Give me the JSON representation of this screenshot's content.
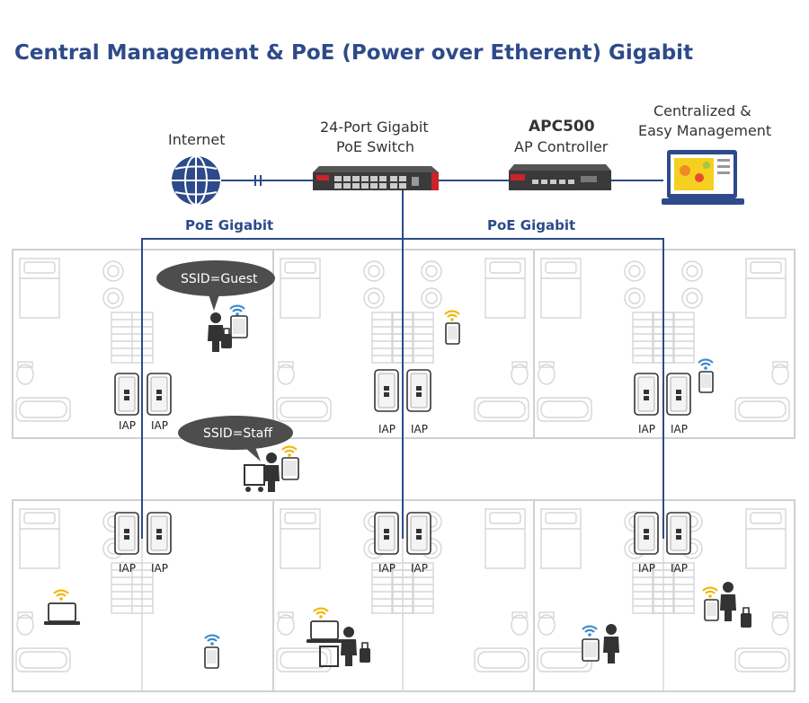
{
  "title": "Central Management & PoE (Power over Etherent) Gigabit",
  "nodes": {
    "internet": "Internet",
    "switch_l1": "24-Port Gigabit",
    "switch_l2": "PoE Switch",
    "controller_l1": "APC500",
    "controller_l2": "AP Controller",
    "mgmt_l1": "Centralized &",
    "mgmt_l2": "Easy Management"
  },
  "poe_labels": [
    "PoE Gigabit",
    "PoE Gigabit"
  ],
  "ssid": {
    "guest": "SSID=Guest",
    "staff": "SSID=Staff"
  },
  "ap_label": "IAP",
  "colors": {
    "brand_blue": "#2d4a8a",
    "wifi": "#f2b707",
    "device_red": "#cc2229",
    "bubble": "#4d4d4d"
  }
}
